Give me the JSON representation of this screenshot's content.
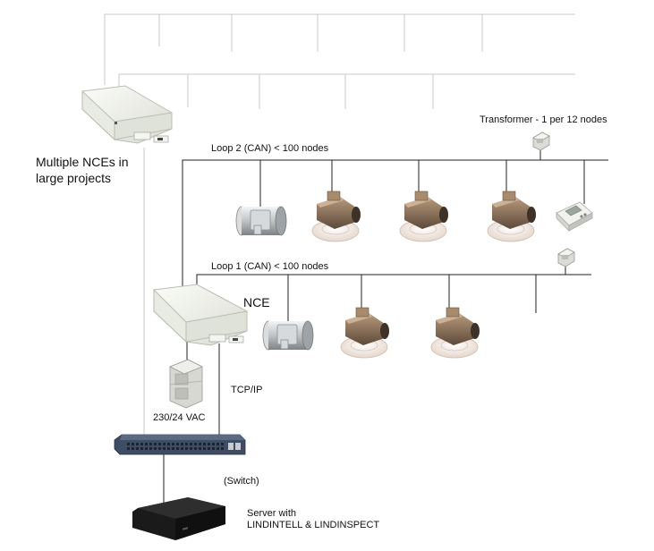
{
  "labels": {
    "loop2": "Loop 2 (CAN) < 100 nodes",
    "loop1": "Loop 1 (CAN) < 100 nodes",
    "transformer": "Transformer - 1 per 12 nodes",
    "multiple_nces": "Multiple NCEs in large projects",
    "nce": "NCE",
    "tcpip": "TCP/IP",
    "power": "230/24 VAC",
    "switch": "(Switch)",
    "server_line1": "Server with",
    "server_line2": "LINDINTELL & LINDINSPECT"
  },
  "colors": {
    "line_dark": "#222222",
    "line_light": "#c8c8c8",
    "device_body": "#eef0ea",
    "switch_body": "#3e4d63",
    "server_body": "#1a1a1a"
  },
  "icons": {
    "controller": "nce-controller-icon",
    "damper": "duct-damper-icon",
    "diffuser": "ceiling-diffuser-icon",
    "transformer": "transformer-icon",
    "thermostat": "room-thermostat-icon",
    "switch": "network-switch-icon",
    "server": "server-icon"
  }
}
